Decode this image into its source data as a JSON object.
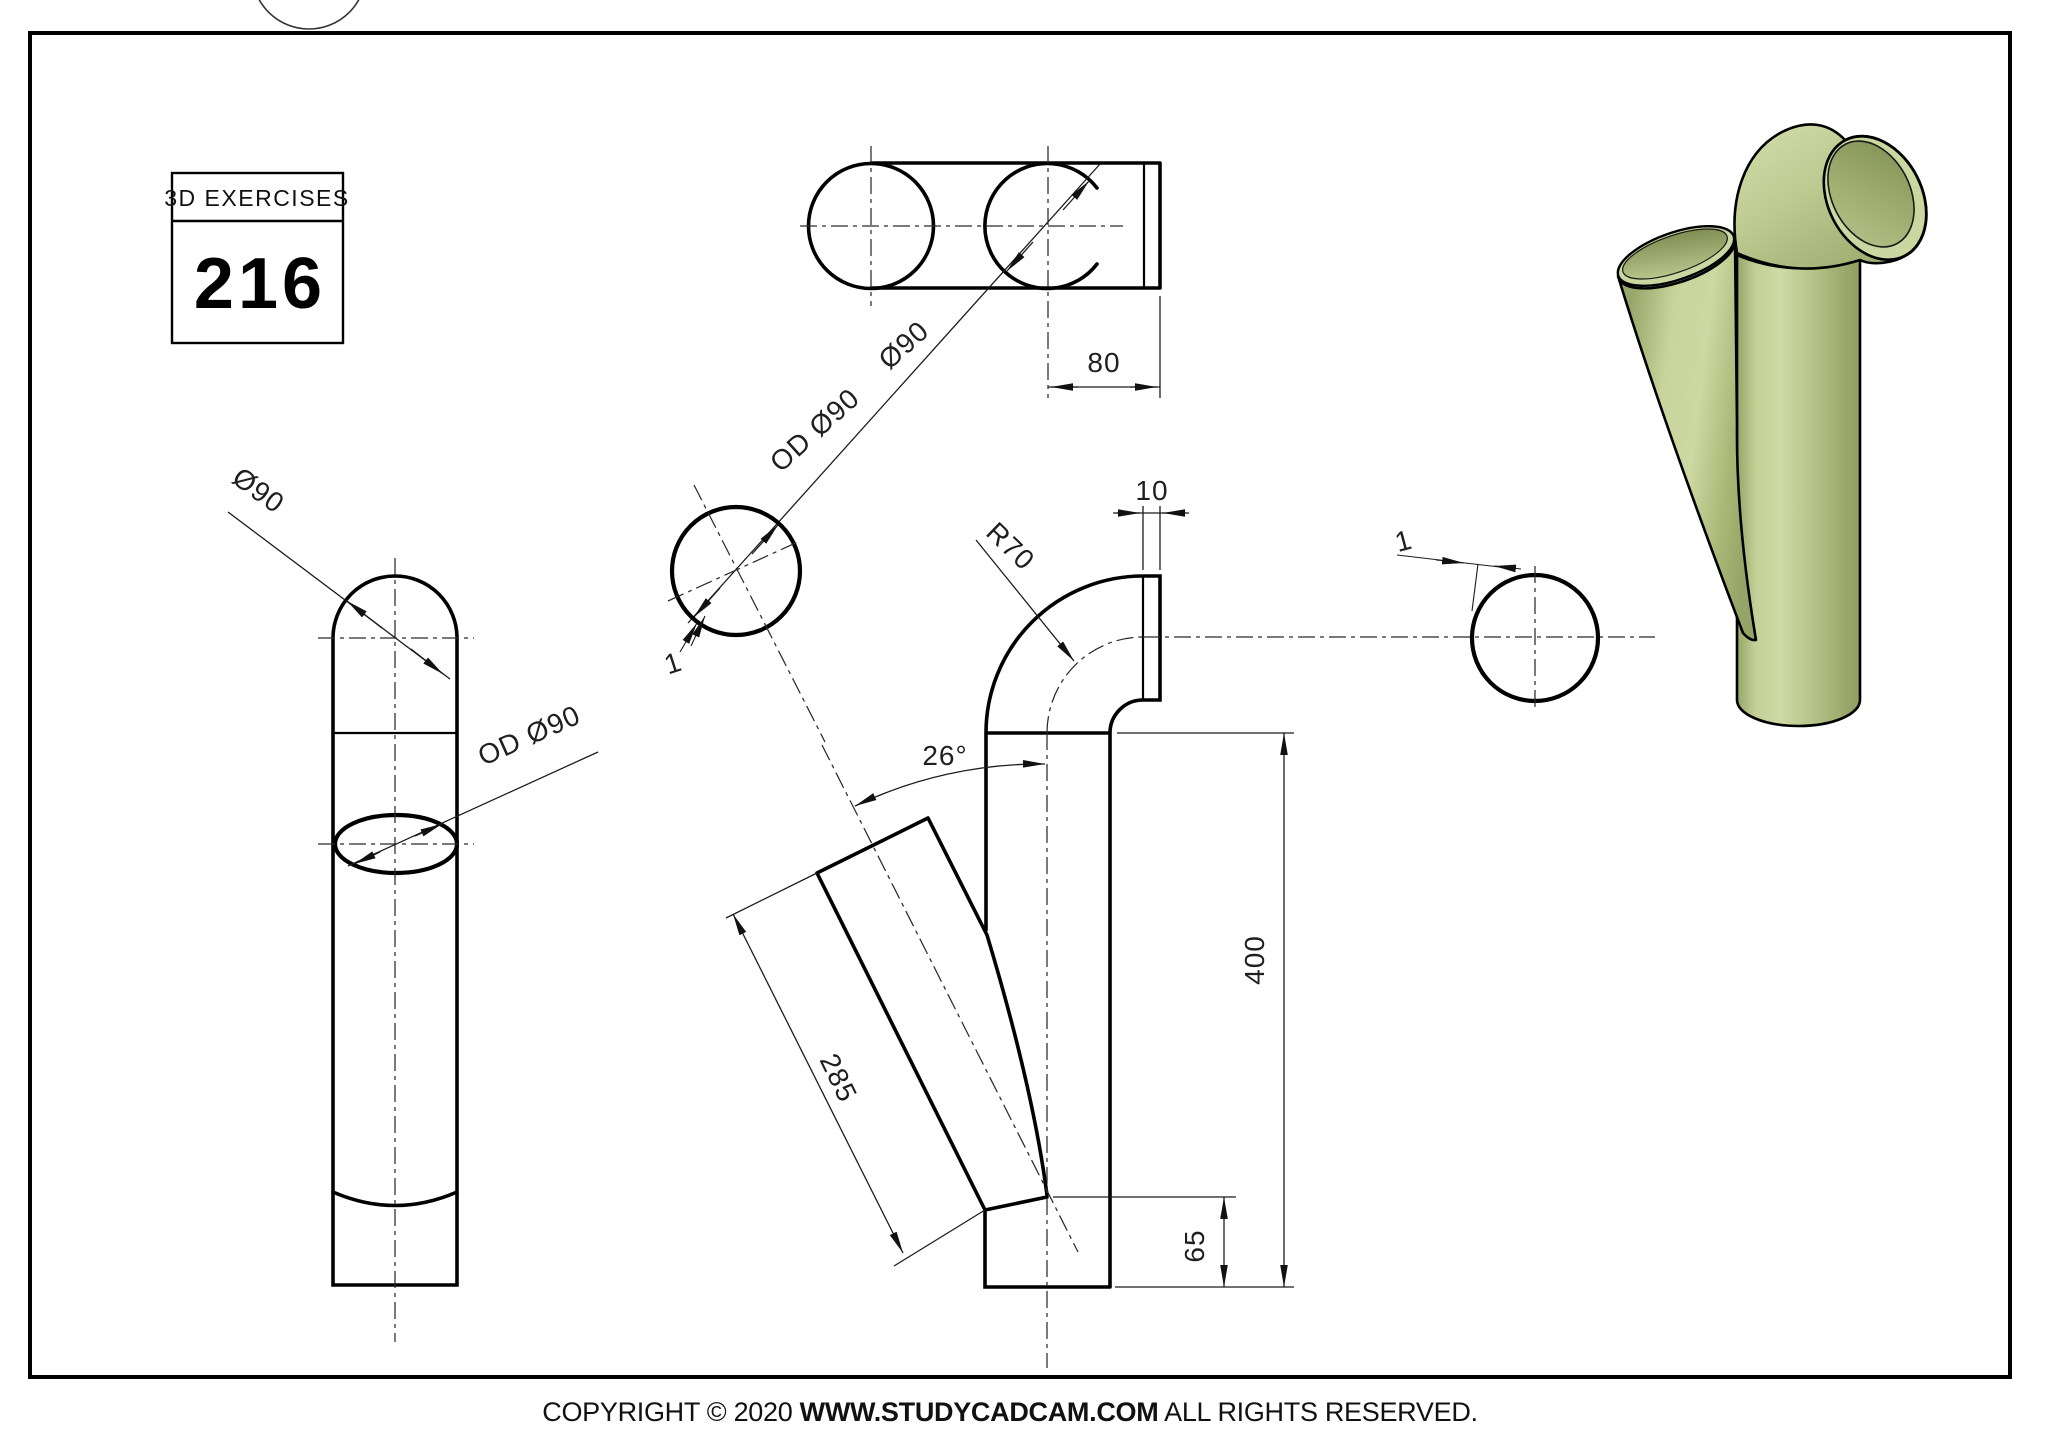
{
  "exercise_box": {
    "series": "3D EXERCISES",
    "number": "216"
  },
  "footer": {
    "copyright_prefix": "COPYRIGHT © 2020 ",
    "website": "WWW.STUDYCADCAM.COM",
    "rights_suffix": " ALL RIGHTS RESERVED."
  },
  "drawing": {
    "kind": "orthographic views of a pipe elbow with inclined branch tube plus shaded 3D model",
    "dims": {
      "left_diameter": "Ø90",
      "left_outer_diameter": "OD Ø90",
      "aux_outer_diameter": "OD Ø90",
      "top_diameter": "Ø90",
      "top_offset": "80",
      "stub_length": "10",
      "bend_radius": "R70",
      "branch_angle": "26°",
      "branch_length": "285",
      "overall_height": "400",
      "branch_tip_height": "65",
      "wall_thickness_aux": "1",
      "wall_thickness_side": "1"
    },
    "colors": {
      "line": "#000000",
      "model_light": "#cfdaa4",
      "model_mid": "#b7c489",
      "model_dark": "#8e9d60"
    }
  }
}
